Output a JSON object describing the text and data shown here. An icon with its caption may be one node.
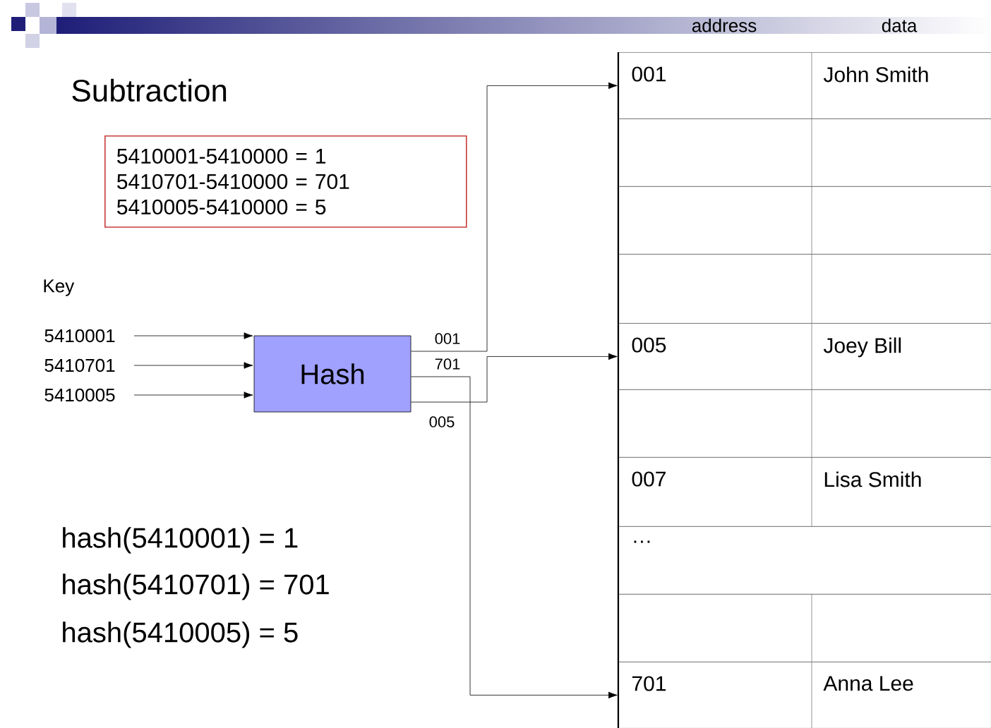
{
  "diagram": {
    "title": "Subtraction",
    "nodes": [
      {
        "text": [
          "5410001-5410000 = 1",
          "5410701-5410000 = 701",
          "5410005-5410000 = 5"
        ]
      },
      {
        "text": [
          "5410001"
        ]
      },
      {
        "text": [
          "5410701"
        ]
      },
      {
        "text": [
          "5410005"
        ]
      },
      {
        "text": [
          "Hash"
        ]
      },
      {
        "text": [
          "001",
          "John Smith"
        ]
      },
      {
        "text": [],
        "shape": "box"
      },
      {
        "text": [],
        "shape": "box"
      },
      {
        "text": [],
        "shape": "box"
      },
      {
        "text": [
          "005",
          "Joey Bill"
        ]
      },
      {
        "text": [],
        "shape": "box"
      },
      {
        "text": [
          "007",
          "Lisa Smith"
        ]
      },
      {
        "text": [
          "…"
        ]
      },
      {
        "text": [],
        "shape": "box"
      },
      {
        "text": [
          "701",
          "Anna Lee"
        ]
      }
    ],
    "edges": [
      {
        "from": 1,
        "to": 4,
        "arrow": "to"
      },
      {
        "from": 2,
        "to": 4,
        "arrow": "to"
      },
      {
        "from": 3,
        "to": 4,
        "arrow": "to"
      },
      {
        "from": 4,
        "to": 5,
        "arrow": "to",
        "label": "001"
      },
      {
        "from": 4,
        "to": 14,
        "arrow": "to",
        "label": "701"
      },
      {
        "from": 4,
        "to": 9,
        "arrow": "to",
        "label": "005"
      }
    ],
    "labels": [
      "Key",
      "address",
      "data",
      "hash(5410001) = 1",
      "hash(5410701) = 701",
      "hash(5410005) = 5"
    ]
  }
}
